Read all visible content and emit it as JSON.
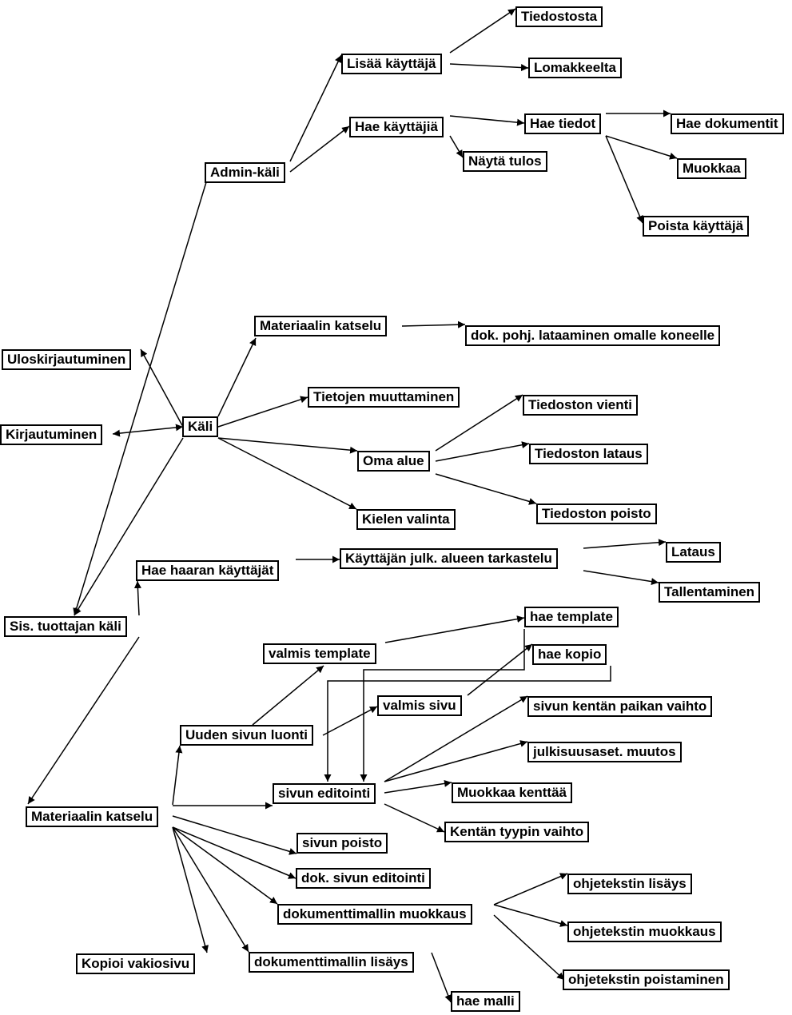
{
  "diagram": {
    "nodes": [
      {
        "id": "tiedostosta",
        "label": "Tiedostosta"
      },
      {
        "id": "lisaa_kayttaja",
        "label": "Lisää käyttäjä"
      },
      {
        "id": "lomakkeelta",
        "label": "Lomakkeelta"
      },
      {
        "id": "hae_kayttajia",
        "label": "Hae käyttäjiä"
      },
      {
        "id": "hae_tiedot",
        "label": "Hae tiedot"
      },
      {
        "id": "hae_dokumentit",
        "label": "Hae dokumentit"
      },
      {
        "id": "nayta_tulos",
        "label": "Näytä tulos"
      },
      {
        "id": "admin_kali",
        "label": "Admin-käli"
      },
      {
        "id": "muokkaa",
        "label": "Muokkaa"
      },
      {
        "id": "poista_kayttaja",
        "label": "Poista käyttäjä"
      },
      {
        "id": "materiaalin_katselu_1",
        "label": "Materiaalin katselu"
      },
      {
        "id": "dok_pohj",
        "label": "dok. pohj. lataaminen omalle koneelle"
      },
      {
        "id": "uloskirjautuminen",
        "label": "Uloskirjautuminen"
      },
      {
        "id": "tietojen_muuttaminen",
        "label": "Tietojen muuttaminen"
      },
      {
        "id": "tiedoston_vienti",
        "label": "Tiedoston vienti"
      },
      {
        "id": "kali",
        "label": "Käli"
      },
      {
        "id": "kirjautuminen",
        "label": "Kirjautuminen"
      },
      {
        "id": "oma_alue",
        "label": "Oma alue"
      },
      {
        "id": "tiedoston_lataus",
        "label": "Tiedoston lataus"
      },
      {
        "id": "tiedoston_poisto",
        "label": "Tiedoston poisto"
      },
      {
        "id": "kielen_valinta",
        "label": "Kielen valinta"
      },
      {
        "id": "lataus",
        "label": "Lataus"
      },
      {
        "id": "kayttajan_julk",
        "label": "Käyttäjän julk. alueen tarkastelu"
      },
      {
        "id": "hae_haaran",
        "label": "Hae haaran käyttäjät"
      },
      {
        "id": "tallentaminen",
        "label": "Tallentaminen"
      },
      {
        "id": "hae_template",
        "label": "hae template"
      },
      {
        "id": "sis_tuottajan",
        "label": "Sis. tuottajan käli"
      },
      {
        "id": "valmis_template",
        "label": "valmis template"
      },
      {
        "id": "hae_kopio",
        "label": "hae kopio"
      },
      {
        "id": "valmis_sivu",
        "label": "valmis sivu"
      },
      {
        "id": "sivun_kentan",
        "label": "sivun kentän paikan vaihto"
      },
      {
        "id": "uuden_sivun",
        "label": "Uuden sivun luonti"
      },
      {
        "id": "julkisuusaset",
        "label": "julkisuusaset. muutos"
      },
      {
        "id": "sivun_editointi",
        "label": "sivun editointi"
      },
      {
        "id": "muokkaa_kenttaa",
        "label": "Muokkaa kenttää"
      },
      {
        "id": "materiaalin_katselu_2",
        "label": "Materiaalin katselu"
      },
      {
        "id": "kentan_tyypin",
        "label": "Kentän tyypin vaihto"
      },
      {
        "id": "sivun_poisto",
        "label": "sivun poisto"
      },
      {
        "id": "dok_sivun",
        "label": "dok. sivun editointi"
      },
      {
        "id": "ohjetekstin_lisays",
        "label": "ohjetekstin lisäys"
      },
      {
        "id": "dokumenttimallin_muokkaus",
        "label": "dokumenttimallin muokkaus"
      },
      {
        "id": "ohjetekstin_muokkaus",
        "label": "ohjetekstin muokkaus"
      },
      {
        "id": "kopioi_vakiosivu",
        "label": "Kopioi vakiosivu"
      },
      {
        "id": "dokumenttimallin_lisays",
        "label": "dokumenttimallin lisäys"
      },
      {
        "id": "ohjetekstin_poistaminen",
        "label": "ohjetekstin poistaminen"
      },
      {
        "id": "hae_malli",
        "label": "hae malli"
      }
    ],
    "edges": [
      {
        "from": "lisaa_kayttaja",
        "to": "tiedostosta"
      },
      {
        "from": "lisaa_kayttaja",
        "to": "lomakkeelta"
      },
      {
        "from": "hae_kayttajia",
        "to": "hae_tiedot"
      },
      {
        "from": "hae_kayttajia",
        "to": "nayta_tulos"
      },
      {
        "from": "hae_tiedot",
        "to": "hae_dokumentit"
      },
      {
        "from": "hae_tiedot",
        "to": "muokkaa"
      },
      {
        "from": "hae_tiedot",
        "to": "poista_kayttaja"
      },
      {
        "from": "admin_kali",
        "to": "lisaa_kayttaja"
      },
      {
        "from": "admin_kali",
        "to": "hae_kayttajia"
      },
      {
        "from": "admin_kali",
        "to": "sis_tuottajan"
      },
      {
        "from": "kali",
        "to": "uloskirjautuminen"
      },
      {
        "from": "kali",
        "to": "kirjautuminen",
        "bidirectional": true
      },
      {
        "from": "kali",
        "to": "materiaalin_katselu_1"
      },
      {
        "from": "kali",
        "to": "tietojen_muuttaminen"
      },
      {
        "from": "kali",
        "to": "oma_alue"
      },
      {
        "from": "kali",
        "to": "kielen_valinta"
      },
      {
        "from": "kali",
        "to": "sis_tuottajan"
      },
      {
        "from": "materiaalin_katselu_1",
        "to": "dok_pohj"
      },
      {
        "from": "oma_alue",
        "to": "tiedoston_vienti"
      },
      {
        "from": "oma_alue",
        "to": "tiedoston_lataus"
      },
      {
        "from": "oma_alue",
        "to": "tiedoston_poisto"
      },
      {
        "from": "sis_tuottajan",
        "to": "hae_haaran"
      },
      {
        "from": "sis_tuottajan",
        "to": "materiaalin_katselu_2"
      },
      {
        "from": "hae_haaran",
        "to": "kayttajan_julk"
      },
      {
        "from": "kayttajan_julk",
        "to": "lataus"
      },
      {
        "from": "kayttajan_julk",
        "to": "tallentaminen"
      },
      {
        "from": "uuden_sivun",
        "to": "valmis_template"
      },
      {
        "from": "uuden_sivun",
        "to": "valmis_sivu"
      },
      {
        "from": "valmis_template",
        "to": "hae_template"
      },
      {
        "from": "valmis_sivu",
        "to": "hae_kopio"
      },
      {
        "from": "hae_template",
        "to": "sivun_editointi"
      },
      {
        "from": "hae_kopio",
        "to": "sivun_editointi"
      },
      {
        "from": "sivun_editointi",
        "to": "sivun_kentan"
      },
      {
        "from": "sivun_editointi",
        "to": "julkisuusaset"
      },
      {
        "from": "sivun_editointi",
        "to": "muokkaa_kenttaa"
      },
      {
        "from": "sivun_editointi",
        "to": "kentan_tyypin"
      },
      {
        "from": "materiaalin_katselu_2",
        "to": "uuden_sivun"
      },
      {
        "from": "materiaalin_katselu_2",
        "to": "sivun_editointi"
      },
      {
        "from": "materiaalin_katselu_2",
        "to": "sivun_poisto"
      },
      {
        "from": "materiaalin_katselu_2",
        "to": "dok_sivun"
      },
      {
        "from": "materiaalin_katselu_2",
        "to": "dokumenttimallin_muokkaus"
      },
      {
        "from": "materiaalin_katselu_2",
        "to": "dokumenttimallin_lisays"
      },
      {
        "from": "materiaalin_katselu_2",
        "to": "kopioi_vakiosivu"
      },
      {
        "from": "dokumenttimallin_muokkaus",
        "to": "ohjetekstin_lisays"
      },
      {
        "from": "dokumenttimallin_muokkaus",
        "to": "ohjetekstin_muokkaus"
      },
      {
        "from": "dokumenttimallin_muokkaus",
        "to": "ohjetekstin_poistaminen"
      },
      {
        "from": "dokumenttimallin_lisays",
        "to": "hae_malli"
      }
    ]
  }
}
